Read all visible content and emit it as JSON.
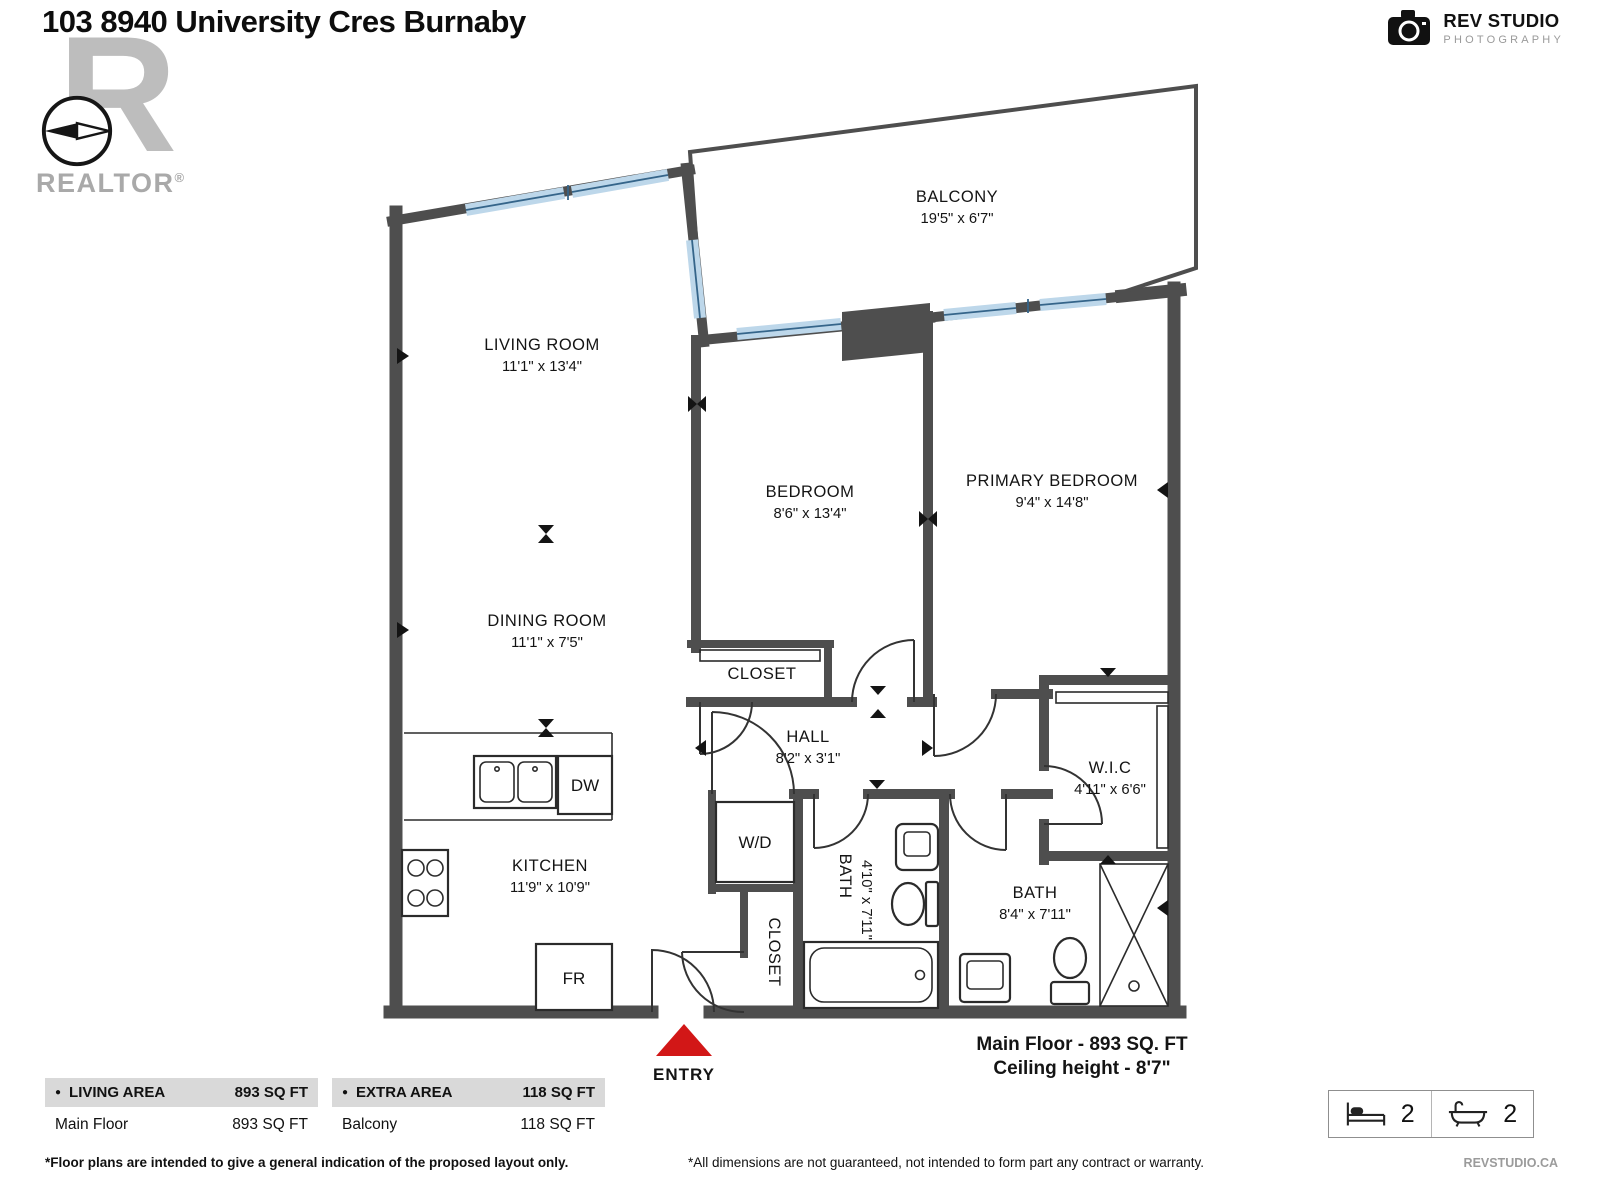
{
  "header": {
    "title": "103 8940 University Cres Burnaby",
    "realtor": {
      "r": "R",
      "label": "REALTOR",
      "reg": "®"
    },
    "studio": {
      "name": "REV STUDIO",
      "sub": "PHOTOGRAPHY"
    }
  },
  "floorplan": {
    "rooms": {
      "balcony": {
        "name": "BALCONY",
        "dims": "19'5\" x 6'7\""
      },
      "living": {
        "name": "LIVING ROOM",
        "dims": "11'1\" x 13'4\""
      },
      "dining": {
        "name": "DINING ROOM",
        "dims": "11'1\" x 7'5\""
      },
      "bedroom": {
        "name": "BEDROOM",
        "dims": "8'6\" x 13'4\""
      },
      "primary": {
        "name": "PRIMARY BEDROOM",
        "dims": "9'4\" x 14'8\""
      },
      "closet_bedroom": {
        "name": "CLOSET"
      },
      "hall": {
        "name": "HALL",
        "dims": "8'2\" x 3'1\""
      },
      "wic": {
        "name": "W.I.C",
        "dims": "4'11\" x 6'6\""
      },
      "kitchen": {
        "name": "KITCHEN",
        "dims": "11'9\" x 10'9\""
      },
      "laundry": {
        "name": "W/D"
      },
      "closet_entry": {
        "name": "CLOSET"
      },
      "bath1": {
        "name": "BATH",
        "dims": "4'10\" x 7'11\""
      },
      "bath2": {
        "name": "BATH",
        "dims": "8'4\" x 7'11\""
      }
    },
    "labels": {
      "dw": "DW",
      "fr": "FR",
      "entry": "ENTRY"
    },
    "summary": {
      "line1": "Main Floor - 893 SQ. FT",
      "line2": "Ceiling height - 8'7\""
    }
  },
  "area_tables": [
    {
      "bullet": "●",
      "label": "LIVING AREA",
      "value": "893 SQ FT",
      "rows": [
        {
          "label": "Main Floor",
          "value": "893 SQ FT"
        }
      ]
    },
    {
      "bullet": "●",
      "label": "EXTRA AREA",
      "value": "118 SQ FT",
      "rows": [
        {
          "label": "Balcony",
          "value": "118 SQ FT"
        }
      ]
    }
  ],
  "stats": {
    "bedrooms": "2",
    "bathrooms": "2"
  },
  "footer": {
    "left": "*Floor plans are intended to give a general indication of the proposed layout only.",
    "middle": "*All dimensions are not guaranteed, not intended to form part any contract or warranty.",
    "right": "REVSTUDIO.CA"
  },
  "colors": {
    "wall": "#4e4e4e",
    "window": "#bdd7ea",
    "window_line": "#35658a",
    "entry_arrow": "#d21717",
    "table_header_bg": "#d9d9d9"
  },
  "icons": {
    "camera": "camera-icon",
    "compass": "compass-icon",
    "bed": "bed-icon",
    "bath": "bath-icon",
    "entry_arrow": "entry-arrow-icon",
    "bullet": "●"
  }
}
